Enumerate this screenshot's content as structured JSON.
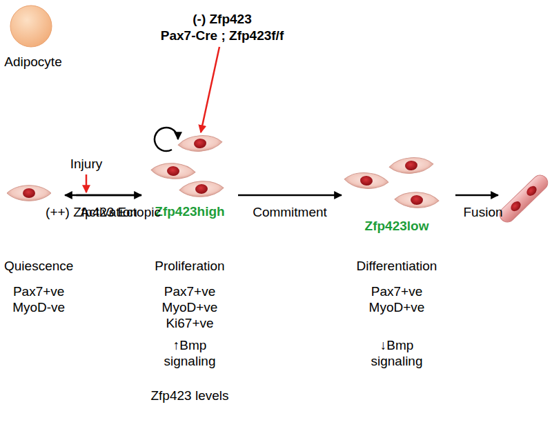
{
  "diagram": {
    "nodes": [
      {
        "text": [
          "Adipocyte"
        ]
      },
      {
        "text": [
          "Quiescence",
          "Pax7+ve MyoD-ve"
        ]
      },
      {
        "text": [
          "Zfp423high",
          "Proliferation",
          "Pax7+ve MyoD+ve Ki67+ve",
          "↑Bmp signaling"
        ]
      },
      {
        "text": [
          "Zfp423low",
          "Differentiation",
          "Pax7+ve MyoD+ve",
          "↓Bmp signaling"
        ]
      }
    ],
    "edges": [
      {
        "from": 1,
        "to": 2,
        "label": "Activation",
        "arrow": "to"
      },
      {
        "from": 2,
        "to": 3,
        "label": "Commitment",
        "arrow": "to"
      },
      {
        "from": 2,
        "to": 0,
        "label": "(++) Zfp423 Ectopic",
        "arrow": "to"
      }
    ],
    "labels": [
      "(-) Zfp423",
      "Pax7-Cre ; Zfp423f/f",
      "Injury",
      "Fusion",
      "Zfp423 levels"
    ]
  }
}
